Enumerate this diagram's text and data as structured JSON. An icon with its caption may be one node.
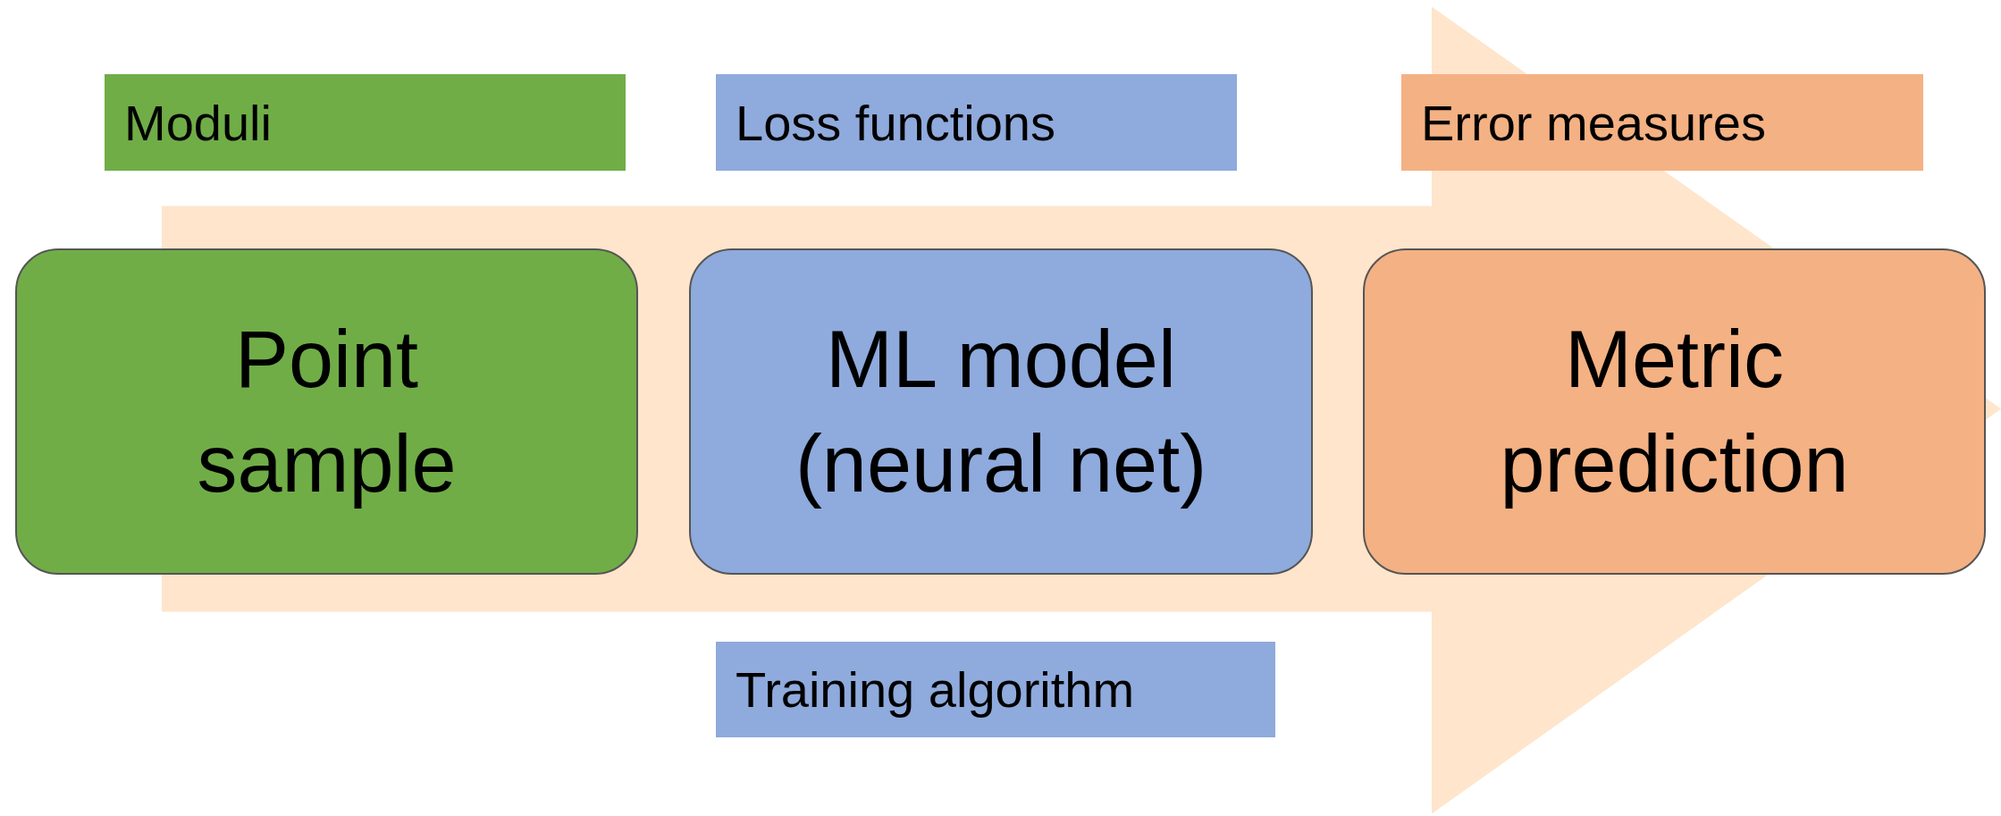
{
  "diagram": {
    "nodes": [
      {
        "text": [
          "Moduli"
        ]
      },
      {
        "text": [
          "Loss functions"
        ]
      },
      {
        "text": [
          "Error measures"
        ]
      },
      {
        "text": [
          "Point sample"
        ]
      },
      {
        "text": [
          "ML model (neural net)"
        ]
      },
      {
        "text": [
          "Metric prediction"
        ]
      },
      {
        "text": [
          "Training algorithm"
        ]
      }
    ],
    "edges": [
      {
        "from": 3,
        "to": 5,
        "arrow": "to",
        "style": "thick"
      }
    ]
  }
}
